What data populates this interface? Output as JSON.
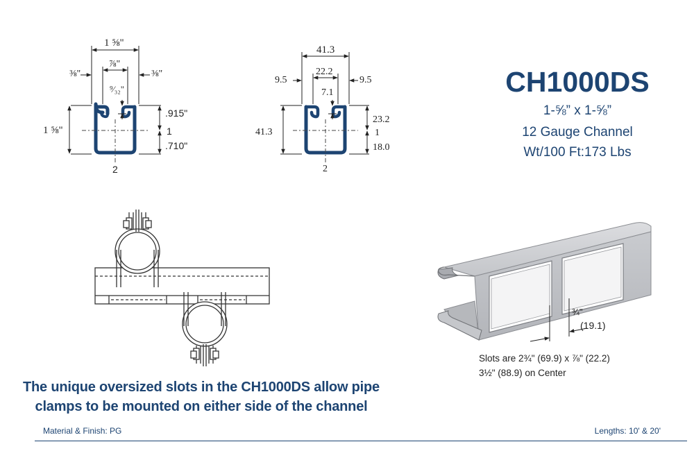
{
  "product": {
    "model": "CH1000DS",
    "size": "1-⅝” x 1-⅝”",
    "gauge": "12 Gauge Channel",
    "weight": "Wt/100 Ft:173 Lbs"
  },
  "imperial_profile": {
    "overall_width": "1 ⅝\"",
    "slot_opening": "⅞\"",
    "flange_left": "⅜\"",
    "flange_right": "⅜\"",
    "lip_depth": "⁹⁄₃₂\"",
    "overall_height": "1 ⅝\"",
    "top_to_axis": ".915\"",
    "axis_label_x": "1",
    "bottom_to_axis": ".710\"",
    "axis_label_y": "2"
  },
  "metric_profile": {
    "overall_width": "41.3",
    "slot_opening": "22.2",
    "flange_left": "9.5",
    "flange_right": "9.5",
    "lip_depth": "7.1",
    "overall_height": "41.3",
    "top_to_axis": "23.2",
    "axis_label_x": "1",
    "bottom_to_axis": "18.0",
    "axis_label_y": "2"
  },
  "slot_detail": {
    "edge_distance_in": "¾\"",
    "edge_distance_mm": "(19.1)",
    "slot_size": "Slots are 2¾\" (69.9) x ⅞\" (22.2)",
    "slot_center": "3½\" (88.9) on Center"
  },
  "caption": "The unique oversized slots in the CH1000DS allow pipe clamps to be mounted on either side of the channel",
  "footer": {
    "material": "Material & Finish: PG",
    "lengths": "Lengths: 10' & 20'"
  },
  "colors": {
    "brand_blue": "#1d4472",
    "steel_light": "#d9dadd",
    "steel_mid": "#a9abb0",
    "steel_dark": "#6f7175"
  }
}
